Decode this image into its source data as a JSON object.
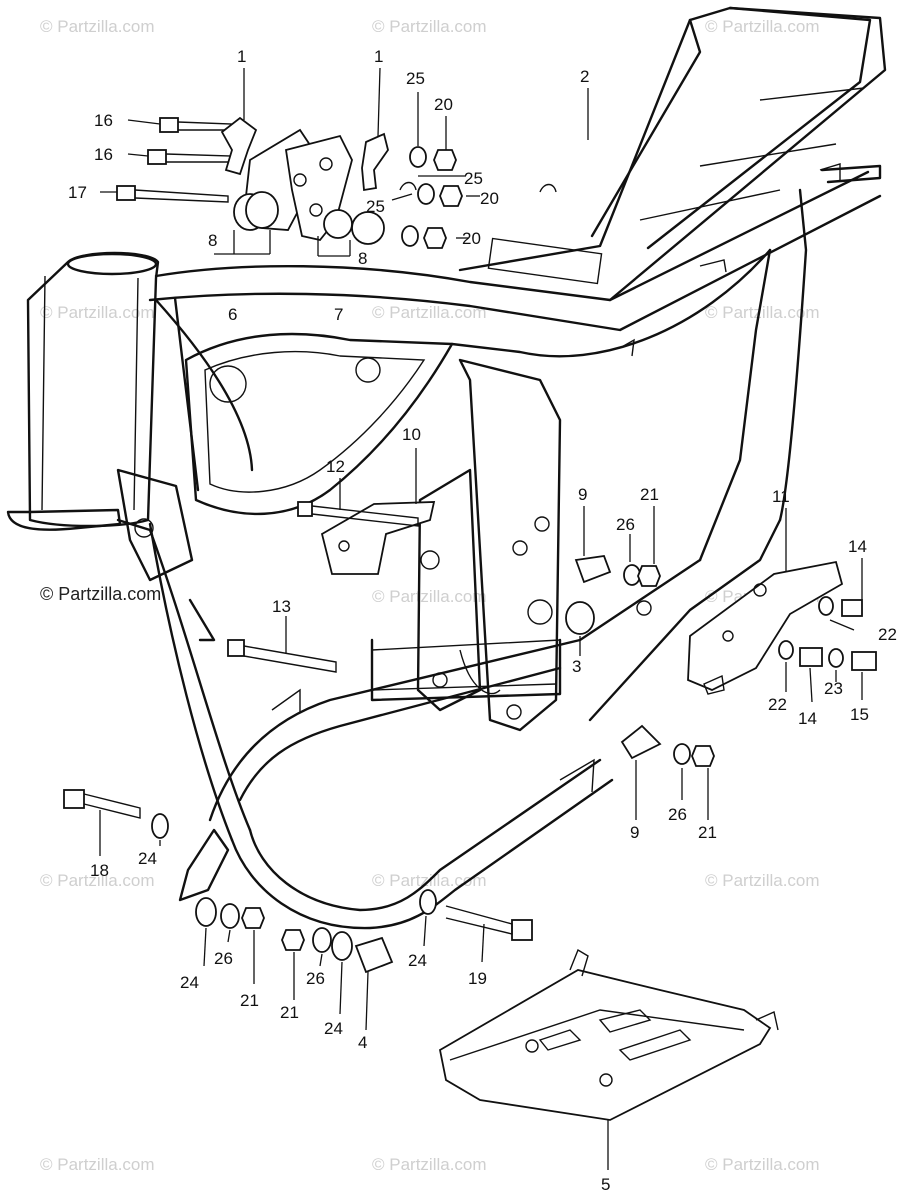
{
  "watermark": "© Partzilla.com",
  "callouts": {
    "c1a": "1",
    "c1b": "1",
    "c2": "2",
    "c3": "3",
    "c4": "4",
    "c5": "5",
    "c6": "6",
    "c7": "7",
    "c8a": "8",
    "c8b": "8",
    "c9a": "9",
    "c9b": "9",
    "c10": "10",
    "c11": "11",
    "c12": "12",
    "c13": "13",
    "c14a": "14",
    "c14b": "14",
    "c15": "15",
    "c16a": "16",
    "c16b": "16",
    "c17": "17",
    "c18": "18",
    "c19": "19",
    "c20a": "20",
    "c20b": "20",
    "c20c": "20",
    "c21a": "21",
    "c21b": "21",
    "c21c": "21",
    "c21d": "21",
    "c22a": "22",
    "c22b": "22",
    "c23": "23",
    "c24a": "24",
    "c24b": "24",
    "c24c": "24",
    "c24d": "24",
    "c25a": "25",
    "c25b": "25",
    "c25c": "25",
    "c26a": "26",
    "c26b": "26",
    "c26c": "26",
    "c26d": "26"
  }
}
